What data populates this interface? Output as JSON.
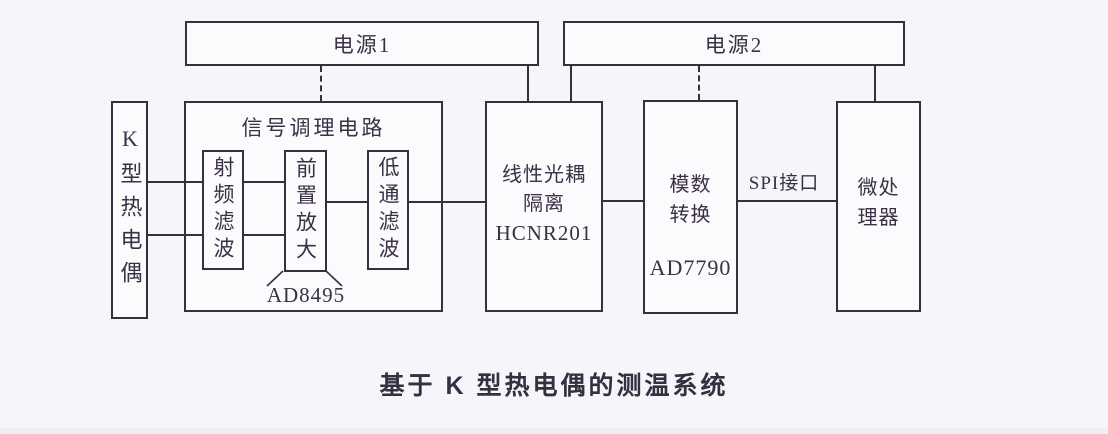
{
  "colors": {
    "canvas": "#f6f5f9",
    "box_fill": "#fbfafd",
    "line": "#353040",
    "text": "#3a3145"
  },
  "caption": "基于 K 型热电偶的测温系统",
  "blocks": {
    "power1": {
      "label": "电源1"
    },
    "power2": {
      "label": "电源2"
    },
    "thermocouple": {
      "label": "K型热电偶"
    },
    "signal_conditioning": {
      "title": "信号调理电路",
      "rf_filter": {
        "label": "射频滤波"
      },
      "preamp": {
        "label": "前置放大",
        "chip": "AD8495"
      },
      "lowpass_filter": {
        "label": "低通滤波"
      }
    },
    "optocoupler": {
      "line1": "线性光耦",
      "line2": "隔离",
      "chip": "HCNR201"
    },
    "adc": {
      "line1": "模数",
      "line2": "转换",
      "chip": "AD7790"
    },
    "microprocessor": {
      "line1": "微处",
      "line2": "理器"
    }
  },
  "labels": {
    "spi": "SPI接口"
  }
}
